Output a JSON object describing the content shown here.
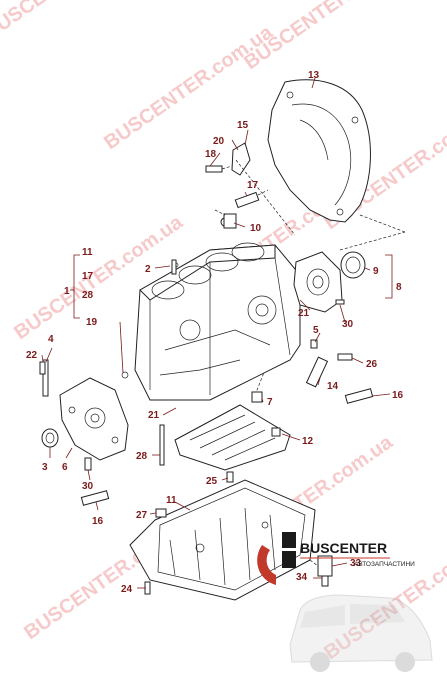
{
  "watermark": {
    "text": "BUSCENTER.com.ua",
    "color": "#e86a6a"
  },
  "logo": {
    "name": "BUSCENTER",
    "tagline": "АВТОЗАПЧАСТИНИ",
    "accent": "#c0392b"
  },
  "callouts": [
    "1",
    "2",
    "3",
    "4",
    "5",
    "6",
    "7",
    "8",
    "9",
    "10",
    "11",
    "12",
    "13",
    "14",
    "15",
    "16",
    "16",
    "17",
    "17",
    "18",
    "19",
    "20",
    "21",
    "21",
    "22",
    "24",
    "25",
    "26",
    "27",
    "28",
    "28",
    "30",
    "30",
    "33",
    "34"
  ],
  "colors": {
    "callout": "#7a1a1a",
    "line": "#222222"
  }
}
